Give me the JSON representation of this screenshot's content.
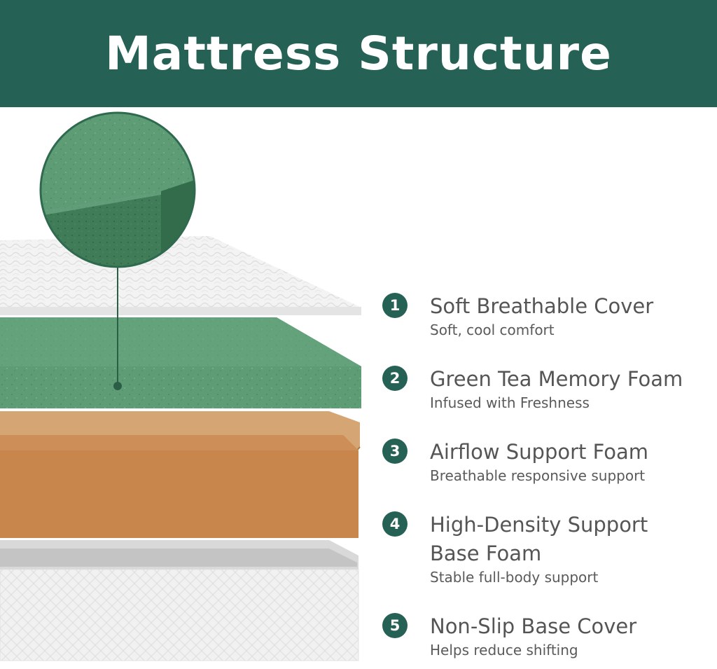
{
  "header": {
    "title": "Mattress Structure"
  },
  "colors": {
    "header_bg": "#266155",
    "badge_bg": "#266155",
    "green_foam": "#5f9d76",
    "tan_foam": "#d4a372",
    "white_cover": "#f2f2f2"
  },
  "features": [
    {
      "number": "1",
      "title": "Soft Breathable Cover",
      "subtitle": "Soft, cool comfort"
    },
    {
      "number": "2",
      "title": "Green Tea Memory Foam",
      "subtitle": "Infused with Freshness"
    },
    {
      "number": "3",
      "title": "Airflow Support Foam",
      "subtitle": "Breathable responsive support"
    },
    {
      "number": "4",
      "title_line1": "High-Density Support",
      "title_line2": "Base Foam",
      "subtitle": "Stable full-body support"
    },
    {
      "number": "5",
      "title": "Non-Slip Base Cover",
      "subtitle": "Helps reduce shifting"
    }
  ]
}
